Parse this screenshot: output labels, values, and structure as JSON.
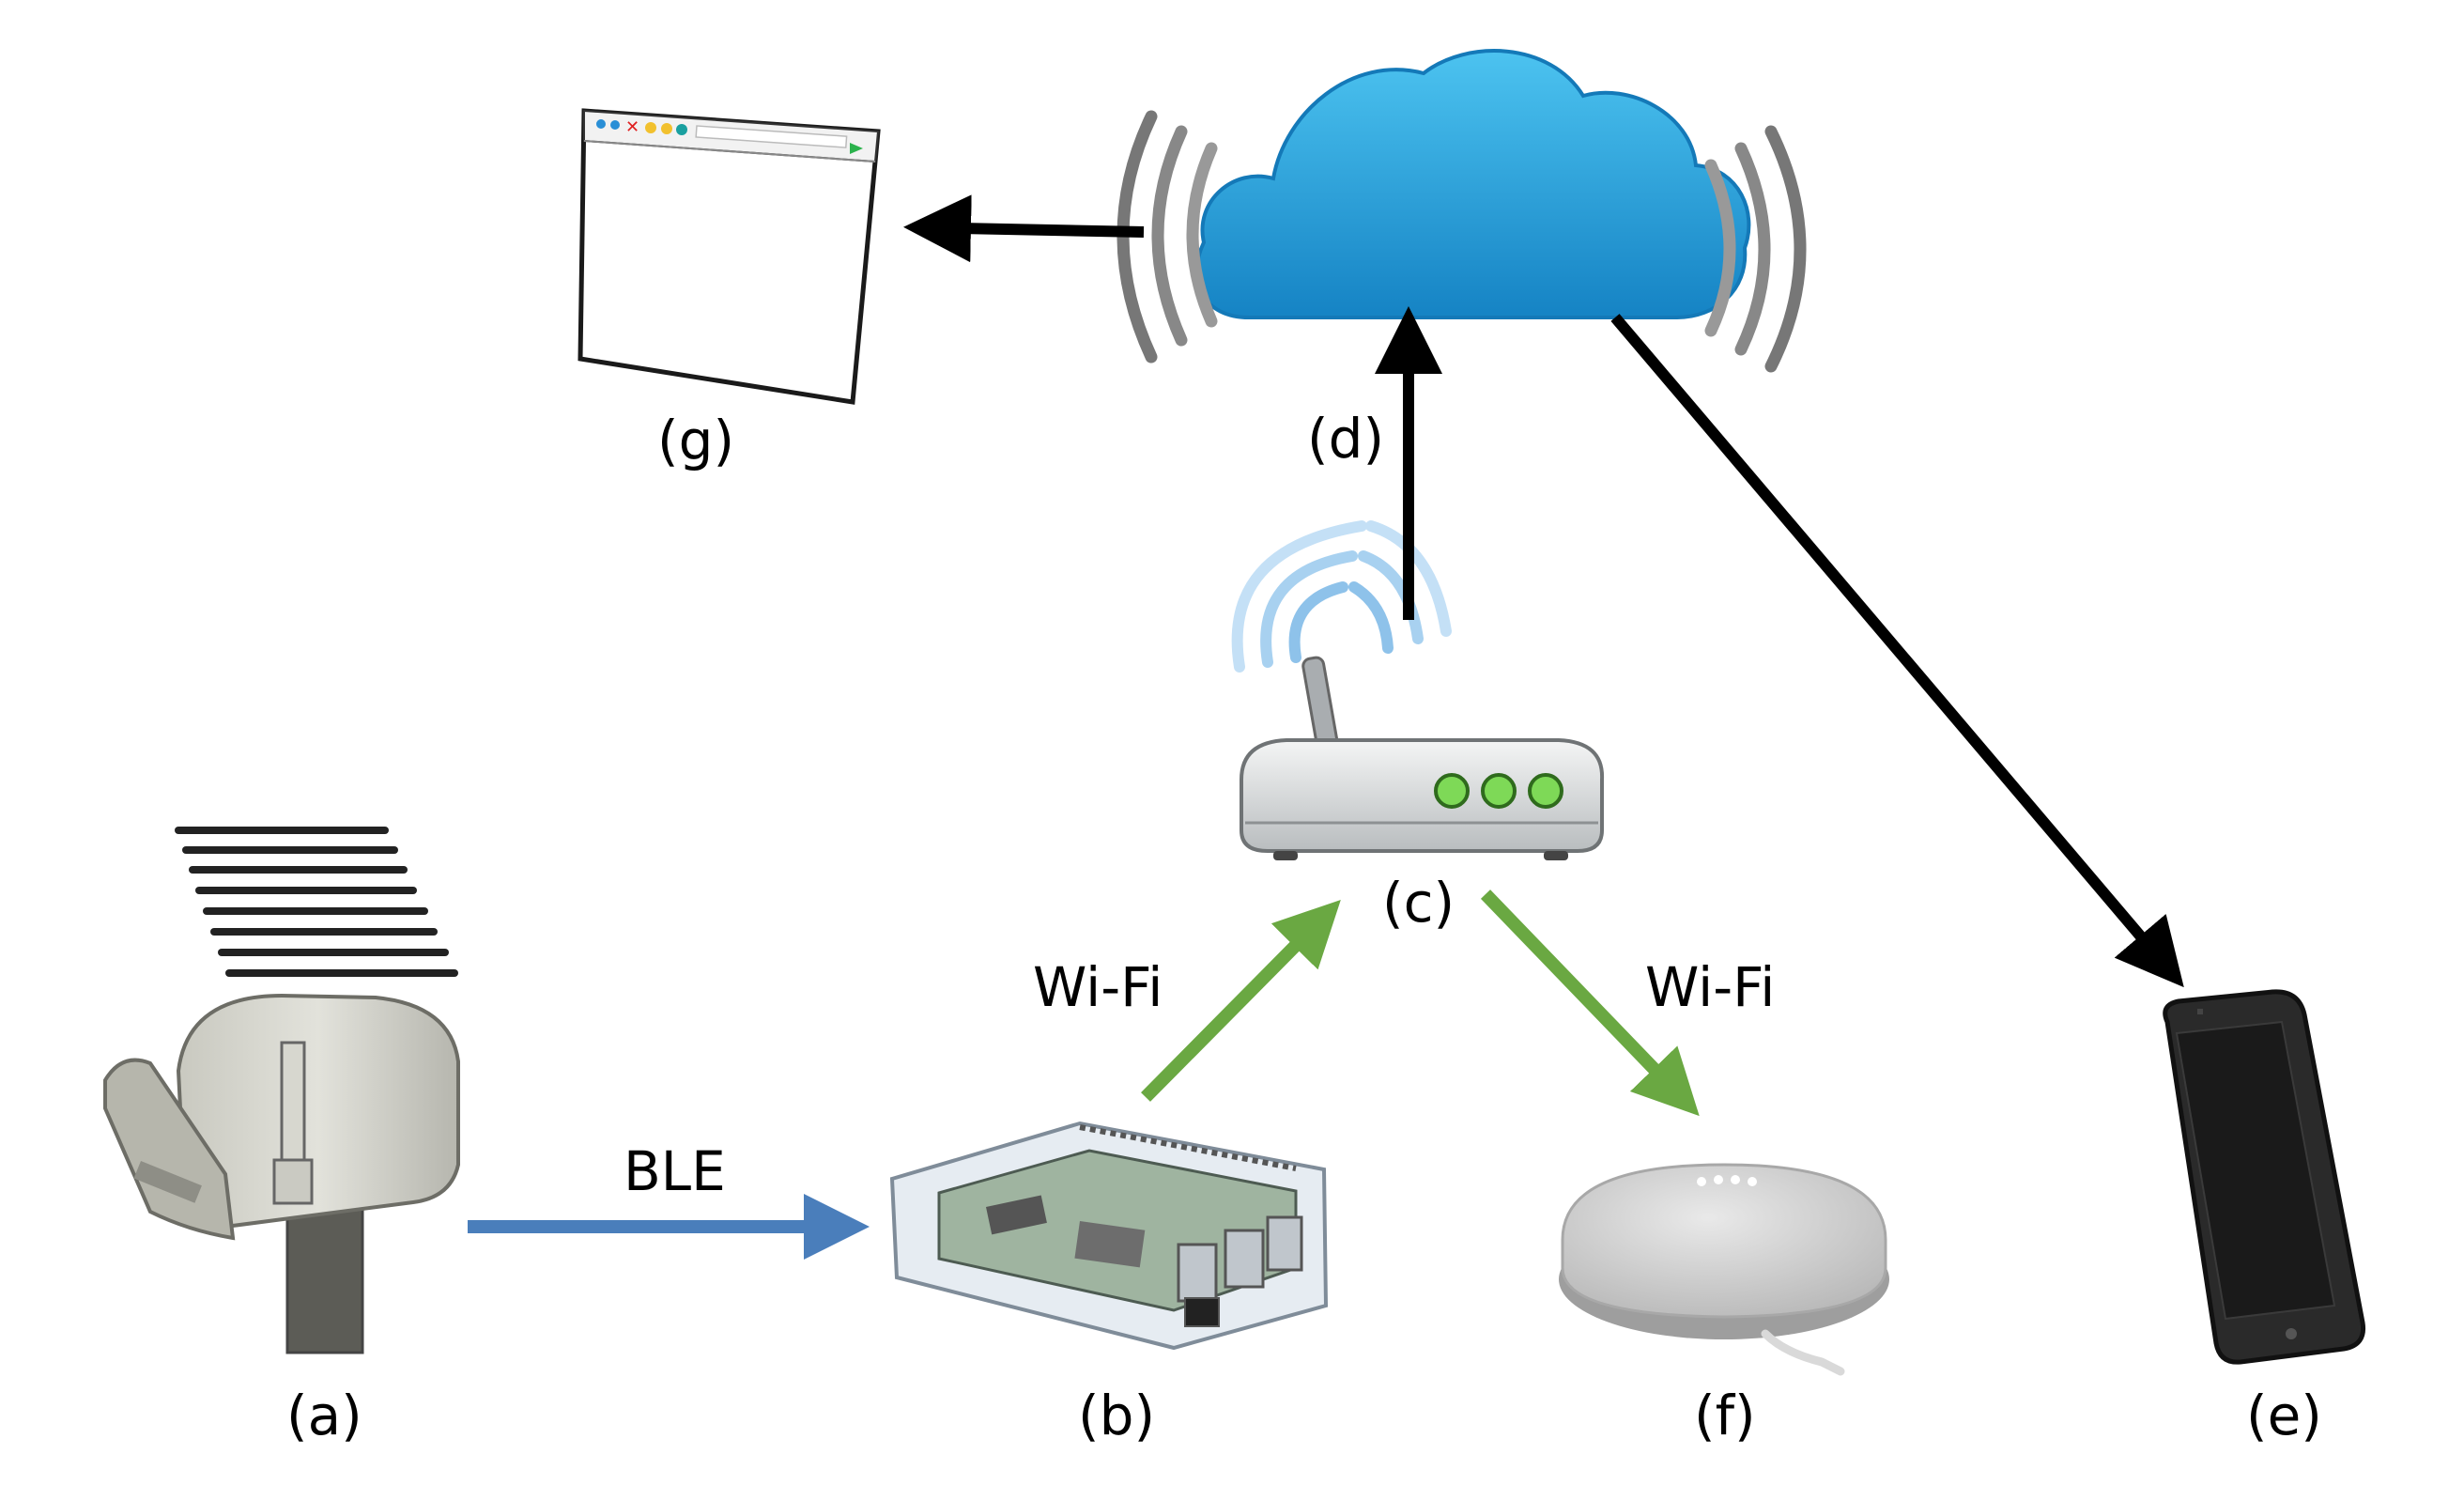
{
  "labels": {
    "a": "(a)",
    "b": "(b)",
    "c": "(c)",
    "d": "(d)",
    "e": "(e)",
    "f": "(f)",
    "g": "(g)"
  },
  "links": {
    "ble": "BLE",
    "wifi_left": "Wi-Fi",
    "wifi_right": "Wi-Fi"
  },
  "colors": {
    "ble_arrow": "#4a7ebb",
    "wifi_arrow": "#6aa842",
    "cloud_arrow": "#000000",
    "cloud_fill": "#1f9ad6",
    "led_green": "#7ed957"
  }
}
